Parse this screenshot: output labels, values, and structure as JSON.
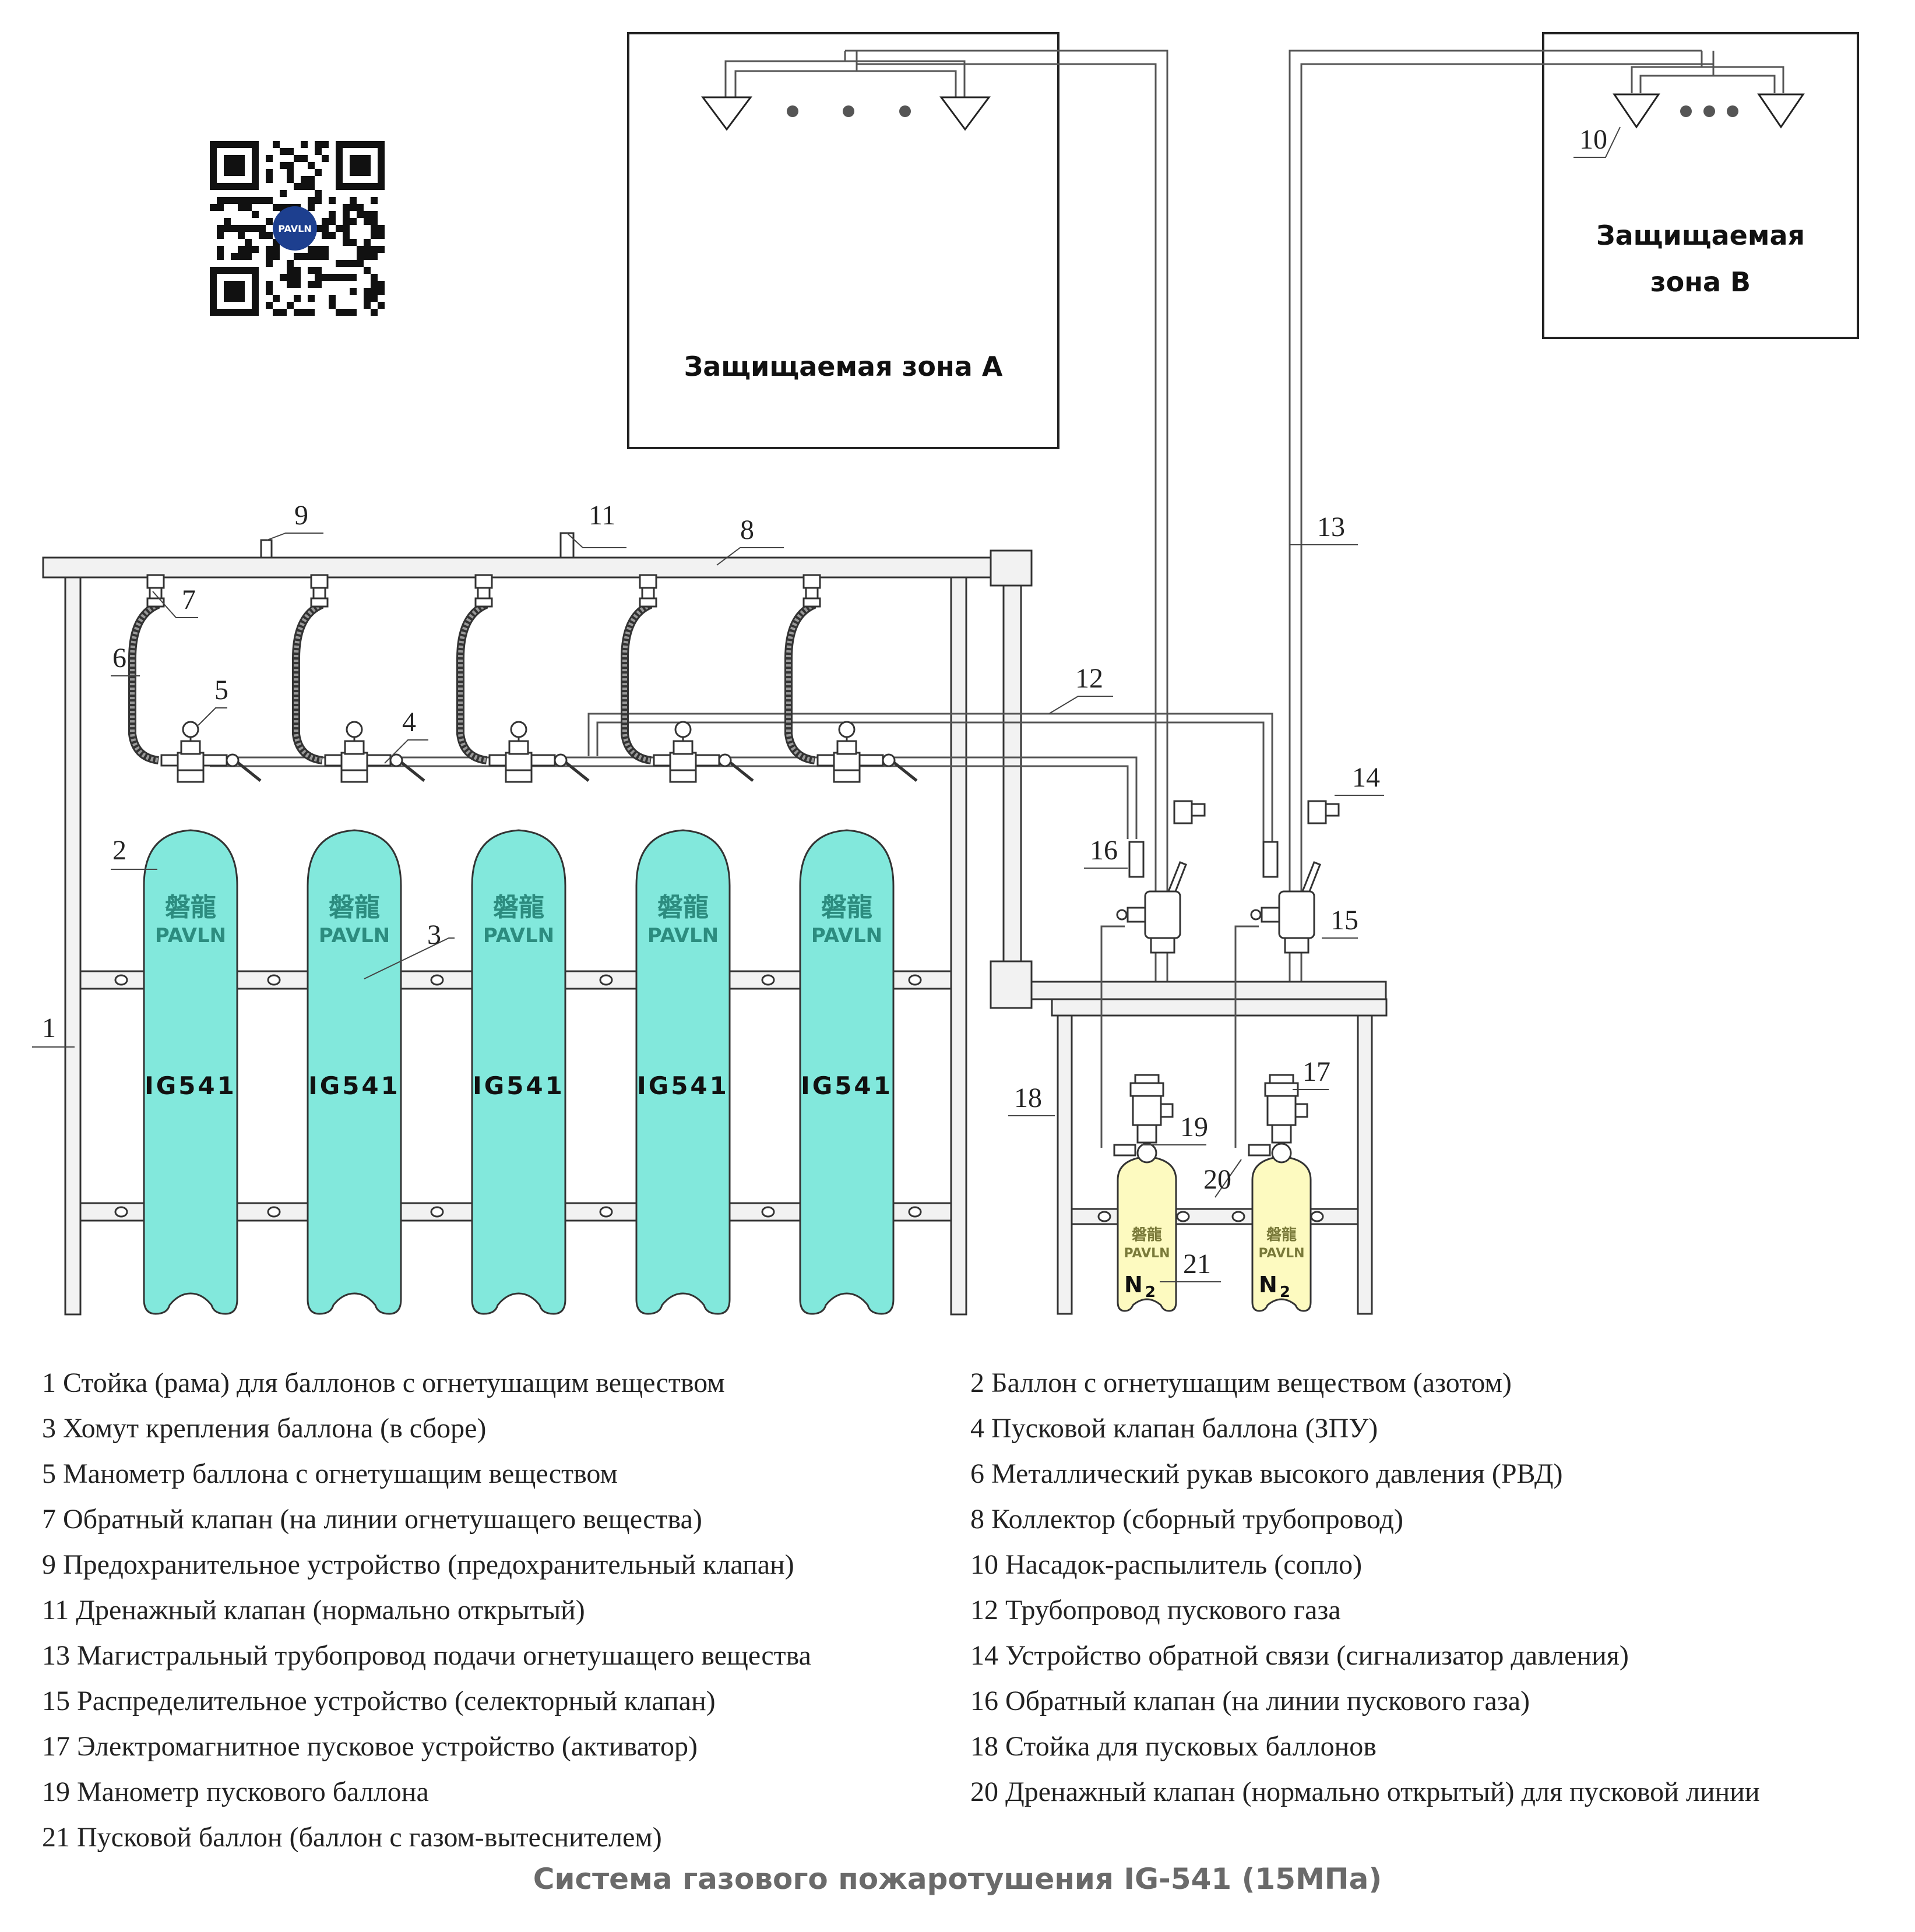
{
  "zones": {
    "a_title": "Защищаемая зона А",
    "b_title_line1": "Защищаемая",
    "b_title_line2": "зона В"
  },
  "qr": {
    "logo_text": "PAVLN"
  },
  "cylinder": {
    "brand_cn": "磐龍",
    "brand_lat": "PAVLN",
    "agent": "IG541"
  },
  "pilot_cylinder": {
    "brand_cn": "磐龍",
    "brand_lat": "PAVLN",
    "gas": "N",
    "gas_sub": "2"
  },
  "callouts": [
    "1",
    "2",
    "3",
    "4",
    "5",
    "6",
    "7",
    "8",
    "9",
    "10",
    "11",
    "12",
    "13",
    "14",
    "15",
    "16",
    "17",
    "18",
    "19",
    "20",
    "21"
  ],
  "legend": [
    "1 Стойка (рама) для баллонов с огнетушащим веществом",
    "2 Баллон с огнетушащим веществом (азотом)",
    "3 Хомут крепления баллона (в сборе)",
    "4 Пусковой клапан баллона (ЗПУ)",
    "5 Манометр баллона с огнетушащим веществом",
    "6 Металлический рукав высокого давления (РВД)",
    "7 Обратный клапан (на линии огнетушащего вещества)",
    "8 Коллектор (сборный трубопровод)",
    "9 Предохранительное устройство (предохранительный клапан)",
    "10 Насадок-распылитель (сопло)",
    "11 Дренажный клапан (нормально открытый)",
    "12 Трубопровод пускового газа",
    "13 Магистральный трубопровод подачи огнетушащего вещества",
    "14 Устройство обратной связи (сигнализатор давления)",
    "15 Распределительное устройство (селекторный клапан)",
    "16 Обратный клапан (на линии пускового газа)",
    "17 Электромагнитное пусковое устройство (активатор)",
    "18 Стойка для пусковых баллонов",
    "19 Манометр пускового баллона",
    "20 Дренажный клапан (нормально открытый) для пусковой линии",
    "21 Пусковой баллон (баллон с газом-вытеснителем)"
  ],
  "title": "Система газового пожаротушения IG-541 (15МПа)",
  "colors": {
    "agent_cylinder": "#82e8dc",
    "pilot_cylinder": "#fdfac0",
    "line": "#333333",
    "frame_fill": "#f2f2f2",
    "brand": "#2c8c7f",
    "title_gray": "#6a6a6a"
  }
}
